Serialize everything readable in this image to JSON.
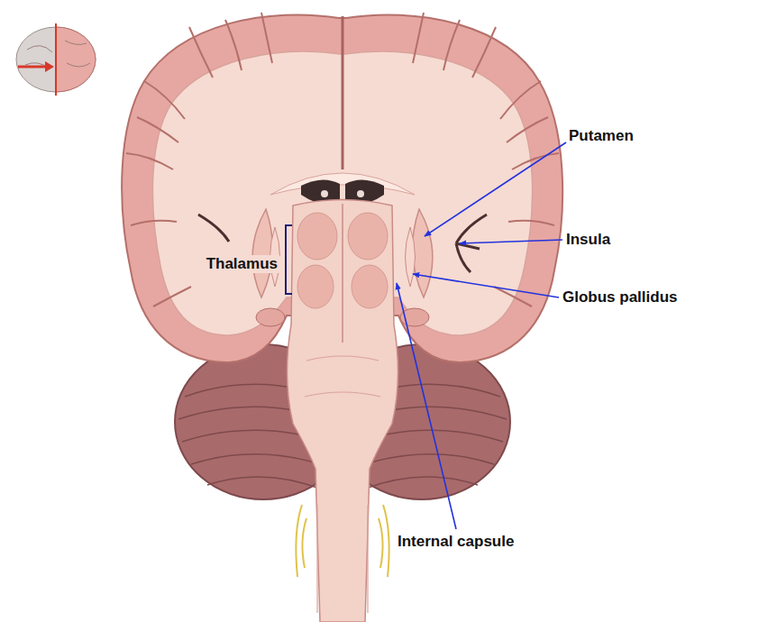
{
  "diagram": {
    "labels": [
      "Putamen",
      "Insula",
      "Thalamus",
      "Globus pallidus",
      "Internal capsule"
    ]
  }
}
